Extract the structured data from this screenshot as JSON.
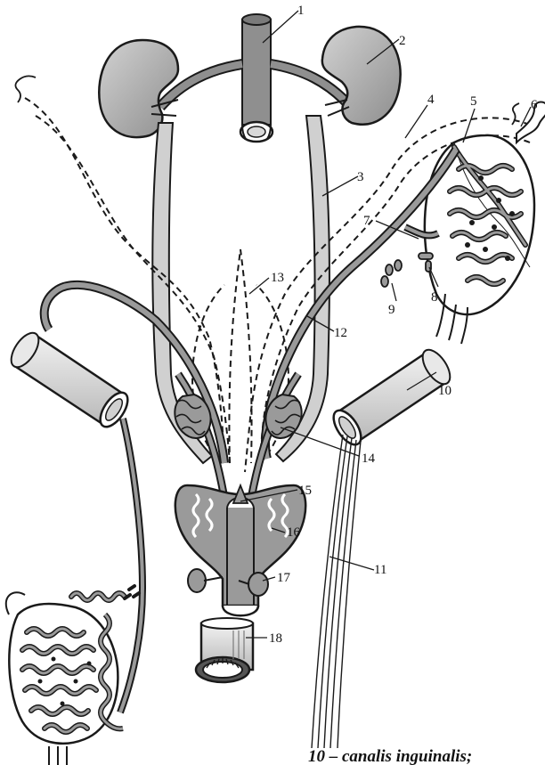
{
  "labels": {
    "l1": "1",
    "l2": "2",
    "l3": "3",
    "l4": "4",
    "l5": "5",
    "l6": "6",
    "l7": "7",
    "l8": "8",
    "l9": "9",
    "l10": "10",
    "l11": "11",
    "l12": "12",
    "l13": "13",
    "l14": "14",
    "l15": "15",
    "l16": "16",
    "l17": "17",
    "l18": "18"
  },
  "caption": "10 – canalis inguinalis;",
  "colors": {
    "organ": "#9a9a9a",
    "organ_light": "#c9c9c9",
    "stroke": "#1a1a1a",
    "background": "#ffffff"
  }
}
